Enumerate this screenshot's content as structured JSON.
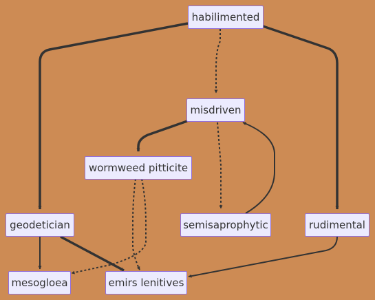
{
  "diagram": {
    "background": "#cd8b54",
    "node_fill": "#ecebfe",
    "node_border": "#9370db",
    "edge_color": "#333333",
    "nodes": {
      "habilimented": "habilimented",
      "misdriven": "misdriven",
      "wormweed_pitticite": "wormweed pitticite",
      "geodetician": "geodetician",
      "semisaprophytic": "semisaprophytic",
      "rudimental": "rudimental",
      "mesogloea": "mesogloea",
      "emirs_lenitives": "emirs lenitives"
    },
    "edges": [
      {
        "from": "habilimented",
        "to": "geodetician",
        "style": "thick"
      },
      {
        "from": "habilimented",
        "to": "misdriven",
        "style": "dotted"
      },
      {
        "from": "habilimented",
        "to": "rudimental",
        "style": "thick"
      },
      {
        "from": "misdriven",
        "to": "wormweed_pitticite",
        "style": "thick"
      },
      {
        "from": "misdriven",
        "to": "semisaprophytic",
        "style": "dotted"
      },
      {
        "from": "semisaprophytic",
        "to": "misdriven",
        "style": "normal"
      },
      {
        "from": "wormweed_pitticite",
        "to": "mesogloea",
        "style": "dotted"
      },
      {
        "from": "wormweed_pitticite",
        "to": "emirs_lenitives",
        "style": "dotted"
      },
      {
        "from": "geodetician",
        "to": "mesogloea",
        "style": "normal"
      },
      {
        "from": "geodetician",
        "to": "emirs_lenitives",
        "style": "thick"
      },
      {
        "from": "rudimental",
        "to": "emirs_lenitives",
        "style": "normal"
      }
    ]
  }
}
